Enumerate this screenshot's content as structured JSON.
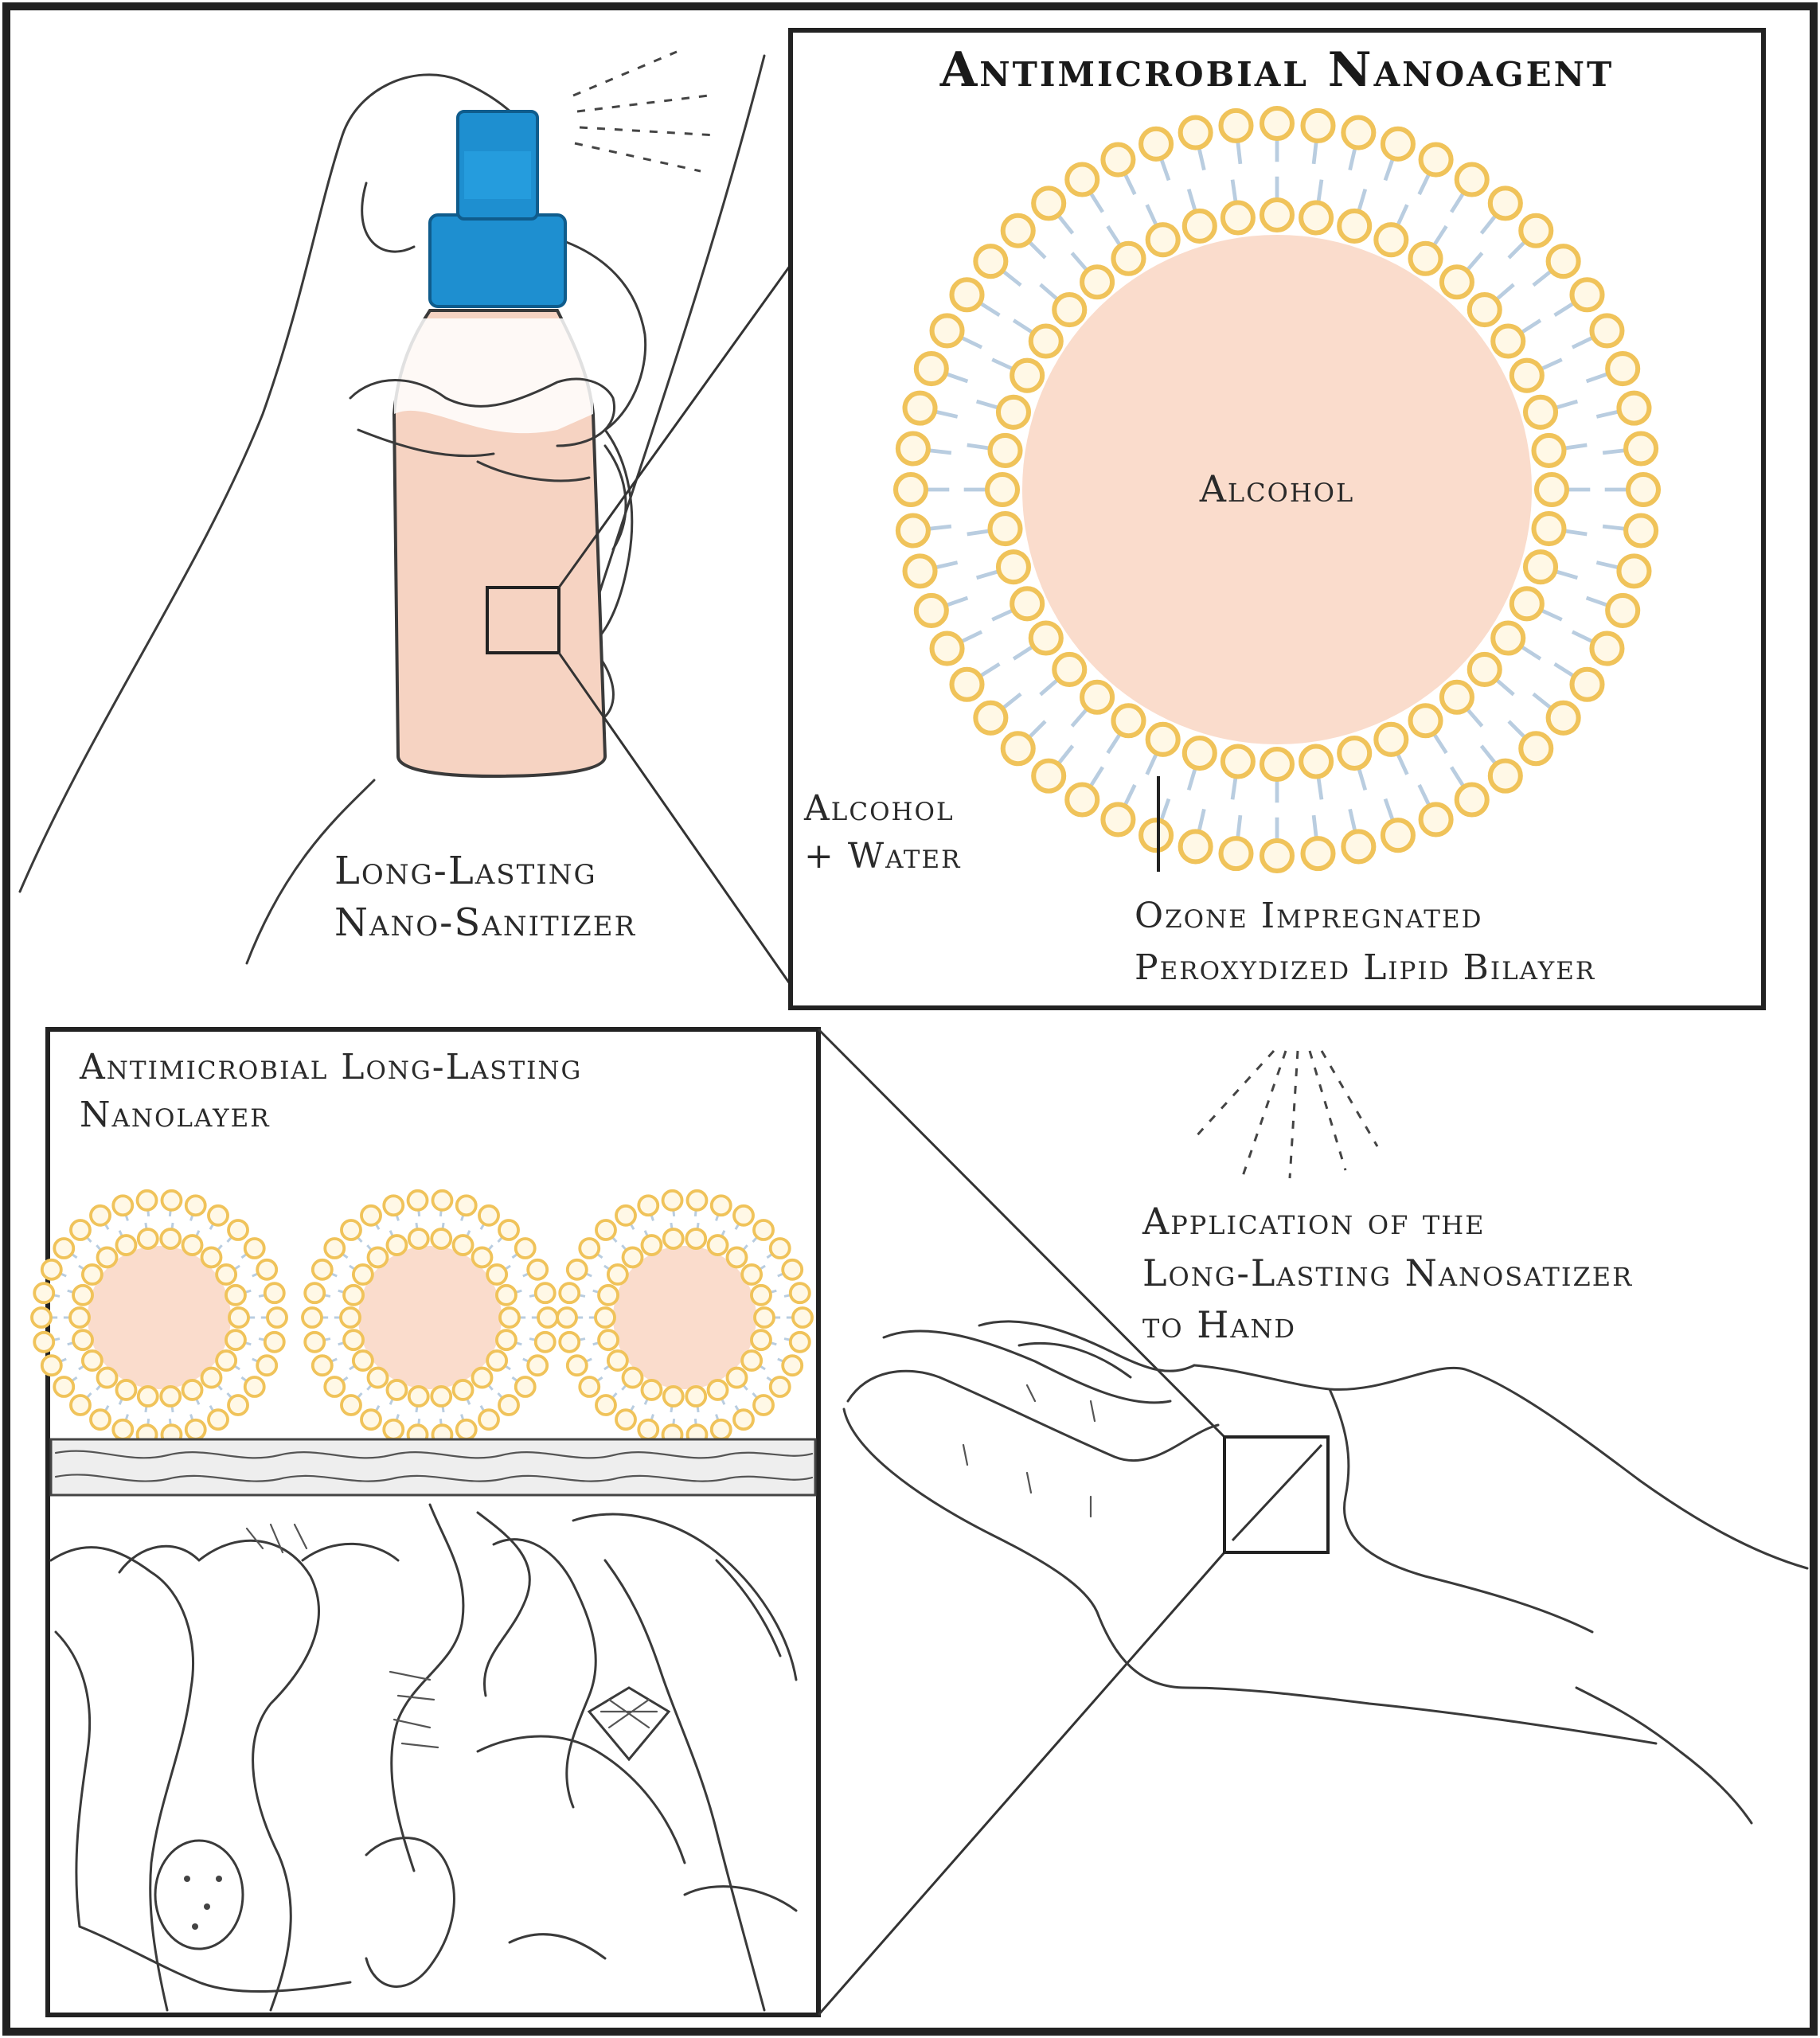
{
  "nanoagent_panel": {
    "title": "Antimicrobial Nanoagent",
    "core_label": "Alcohol",
    "medium_label_line1": "Alcohol",
    "medium_label_line2": "+ Water",
    "bilayer_label_line1": "Ozone Impregnated",
    "bilayer_label_line2": "Peroxydized Lipid Bilayer"
  },
  "sanitizer_label": {
    "line1": "Long-Lasting",
    "line2": "Nano-Sanitizer"
  },
  "nanolayer_panel": {
    "title_line1": "Antimicrobial Long-Lasting",
    "title_line2": "Nanolayer"
  },
  "application_label": {
    "line1": "Application of the",
    "line2": "Long-Lasting Nanosatizer",
    "line3": "to Hand"
  },
  "colors": {
    "lipid_head": "#f0c35a",
    "lipid_head_stroke": "#d9a63a",
    "core_fill": "#fadccc",
    "bottle_cap": "#1e8fd0",
    "bottle_fill": "#f6d3c2",
    "tail": "#b9cde0"
  }
}
